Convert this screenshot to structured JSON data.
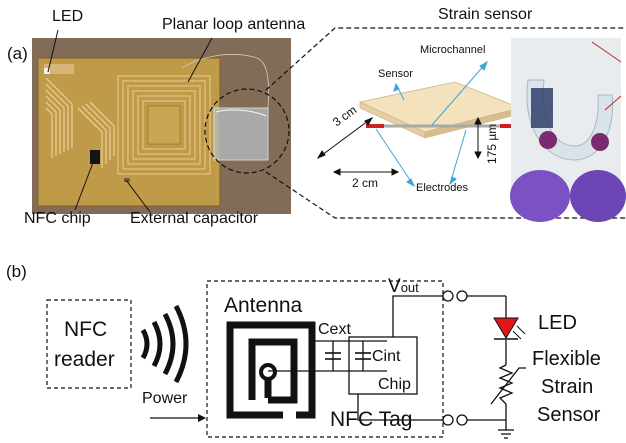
{
  "panel_a": {
    "label": "(a)",
    "photo_labels": {
      "led": "LED",
      "planar_loop_antenna": "Planar loop antenna",
      "nfc_chip": "NFC chip",
      "external_capacitor": "External capacitor"
    },
    "strain_sensor_title": "Strain sensor",
    "sketch_labels": {
      "microchannel": "Microchannel",
      "sensor": "Sensor",
      "length": "3 cm",
      "width": "2 cm",
      "thickness": "175 µm",
      "electrodes": "Electrodes"
    }
  },
  "panel_b": {
    "label": "(b)",
    "nfc_reader_line1": "NFC",
    "nfc_reader_line2": "reader",
    "power": "Power",
    "antenna": "Antenna",
    "cext": "Cext",
    "cint": "Cint",
    "chip": "Chip",
    "nfc_tag": "NFC Tag",
    "vout_main": "V",
    "vout_sub": "out",
    "led": "LED",
    "flexible": "Flexible",
    "strain": "Strain",
    "sensor": "Sensor"
  },
  "colors": {
    "photo_background": "#8c7560",
    "pcb": "#bf9a48",
    "copper": "#d9b57a",
    "sensor_board": "#f4e2bd",
    "electrode_red": "#d02020",
    "arrow_blue": "#3aa6d8",
    "led_red": "#e01818",
    "glove_purple": "#7a52c4"
  }
}
